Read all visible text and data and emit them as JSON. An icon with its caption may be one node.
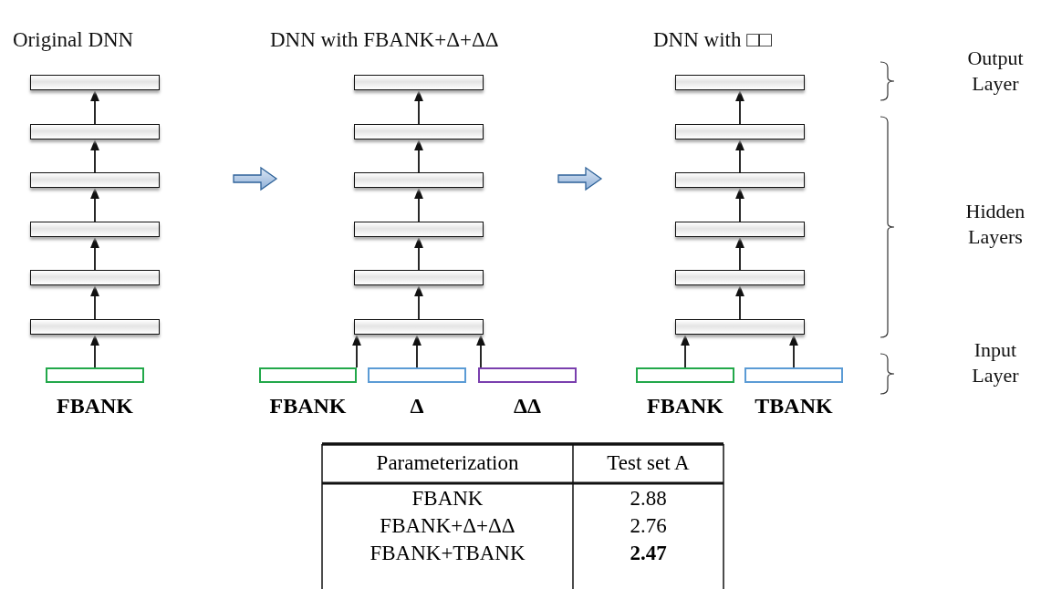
{
  "diagram": {
    "nodes": [
      {
        "text": [],
        "shape": "box"
      },
      {
        "text": [],
        "shape": "box"
      },
      {
        "text": [],
        "shape": "box"
      },
      {
        "text": [],
        "shape": "box"
      },
      {
        "text": [],
        "shape": "box"
      },
      {
        "text": [],
        "shape": "box"
      },
      {
        "text": [
          "FBANK"
        ]
      },
      {
        "text": [],
        "shape": "box"
      },
      {
        "text": [],
        "shape": "box"
      },
      {
        "text": [],
        "shape": "box"
      },
      {
        "text": [],
        "shape": "box"
      },
      {
        "text": [],
        "shape": "box"
      },
      {
        "text": [],
        "shape": "box"
      },
      {
        "text": [
          "FBANK"
        ]
      },
      {
        "text": [
          "Δ"
        ]
      },
      {
        "text": [
          "ΔΔ"
        ]
      },
      {
        "text": [],
        "shape": "box"
      },
      {
        "text": [],
        "shape": "box"
      },
      {
        "text": [],
        "shape": "box"
      },
      {
        "text": [],
        "shape": "box"
      },
      {
        "text": [],
        "shape": "box"
      },
      {
        "text": [],
        "shape": "box"
      },
      {
        "text": [
          "FBANK"
        ]
      },
      {
        "text": [
          "TBANK"
        ]
      }
    ],
    "edges": [
      {
        "from": 6,
        "to": 5,
        "arrow": "to"
      },
      {
        "from": 5,
        "to": 4,
        "arrow": "to"
      },
      {
        "from": 4,
        "to": 3,
        "arrow": "to"
      },
      {
        "from": 3,
        "to": 2,
        "arrow": "to"
      },
      {
        "from": 2,
        "to": 1,
        "arrow": "to"
      },
      {
        "from": 1,
        "to": 0,
        "arrow": "to"
      },
      {
        "from": 13,
        "to": 12,
        "arrow": "to"
      },
      {
        "from": 14,
        "to": 12,
        "arrow": "to"
      },
      {
        "from": 15,
        "to": 12,
        "arrow": "to"
      },
      {
        "from": 12,
        "to": 11,
        "arrow": "to"
      },
      {
        "from": 11,
        "to": 10,
        "arrow": "to"
      },
      {
        "from": 10,
        "to": 9,
        "arrow": "to"
      },
      {
        "from": 9,
        "to": 8,
        "arrow": "to"
      },
      {
        "from": 8,
        "to": 7,
        "arrow": "to"
      },
      {
        "from": 22,
        "to": 21,
        "arrow": "to"
      },
      {
        "from": 23,
        "to": 21,
        "arrow": "to"
      },
      {
        "from": 21,
        "to": 20,
        "arrow": "to"
      },
      {
        "from": 20,
        "to": 19,
        "arrow": "to"
      },
      {
        "from": 19,
        "to": 18,
        "arrow": "to"
      },
      {
        "from": 18,
        "to": 17,
        "arrow": "to"
      },
      {
        "from": 17,
        "to": 16,
        "arrow": "to"
      }
    ],
    "labels": [
      "Original DNN",
      "DNN with FBANK+Δ+ΔΔ",
      "DNN with □□",
      "Output Layer",
      "Hidden Layers",
      "Input Layer",
      "Parameterization",
      "Test set A",
      "FBANK",
      "2.88",
      "FBANK+Δ+ΔΔ",
      "2.76",
      "FBANK+TBANK",
      "2.47"
    ]
  }
}
